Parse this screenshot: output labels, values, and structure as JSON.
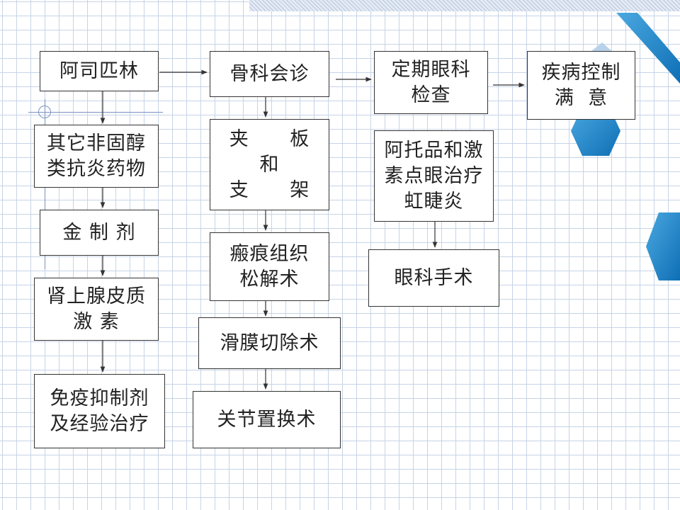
{
  "diagram": {
    "nodes": {
      "aspirin": {
        "lines": [
          "阿司匹林"
        ]
      },
      "nsaids": {
        "lines": [
          "其它非固醇",
          "类抗炎药物"
        ]
      },
      "gold": {
        "lines": [
          "金 制 剂"
        ]
      },
      "corticosteroid": {
        "lines": [
          "肾上腺皮质",
          "激 素"
        ]
      },
      "immunosuppressant": {
        "lines": [
          "免疫抑制剂",
          "及经验治疗"
        ]
      },
      "ortho_consult": {
        "lines": [
          "骨科会诊"
        ]
      },
      "splint_brace": {
        "lines": [
          "夹      板",
          "和",
          "支      架"
        ]
      },
      "scar_release": {
        "lines": [
          "瘢痕组织",
          "松解术"
        ]
      },
      "synovectomy": {
        "lines": [
          "滑膜切除术"
        ]
      },
      "joint_replacement": {
        "lines": [
          "关节置换术"
        ]
      },
      "eye_exam": {
        "lines": [
          "定期眼科",
          "检查"
        ]
      },
      "atropine": {
        "lines": [
          "阿托品和激",
          "素点眼治疗",
          "虹睫炎"
        ]
      },
      "eye_surgery": {
        "lines": [
          "眼科手术"
        ]
      },
      "control": {
        "lines": [
          "疾病控制",
          "满  意"
        ]
      }
    },
    "edges": [
      [
        "aspirin",
        "ortho_consult"
      ],
      [
        "ortho_consult",
        "eye_exam"
      ],
      [
        "eye_exam",
        "control"
      ],
      [
        "aspirin",
        "nsaids"
      ],
      [
        "nsaids",
        "gold"
      ],
      [
        "gold",
        "corticosteroid"
      ],
      [
        "corticosteroid",
        "immunosuppressant"
      ],
      [
        "ortho_consult",
        "splint_brace"
      ],
      [
        "splint_brace",
        "scar_release"
      ],
      [
        "scar_release",
        "synovectomy"
      ],
      [
        "synovectomy",
        "joint_replacement"
      ],
      [
        "atropine",
        "eye_surgery"
      ]
    ]
  },
  "colors": {
    "arrow": "#333333",
    "node_border": "#333333",
    "grid": "#c6d4e6",
    "hexagon_accent": "#1f7fc2"
  }
}
